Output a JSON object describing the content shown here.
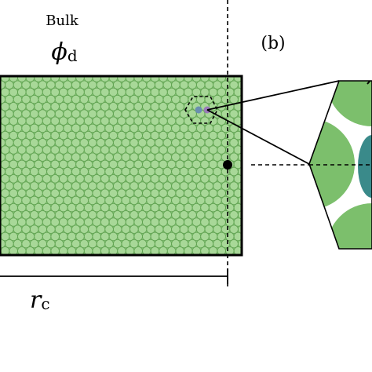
{
  "labels": {
    "region": "Bulk",
    "phi_symbol": "ϕ",
    "phi_subscript": "d",
    "panel": "(b)",
    "r_symbol": "r",
    "r_subscript": "c"
  },
  "colors": {
    "packing_fill": "#7dbf6e",
    "disk": "#a8d898",
    "disk_stroke": "#5fa050",
    "border": "#000000",
    "zoom_fill": "#7cbf6c",
    "highlight_blue": "#6a8fb0",
    "highlight_purple": "#9a7ab8",
    "teal": "#3a8a8a"
  }
}
